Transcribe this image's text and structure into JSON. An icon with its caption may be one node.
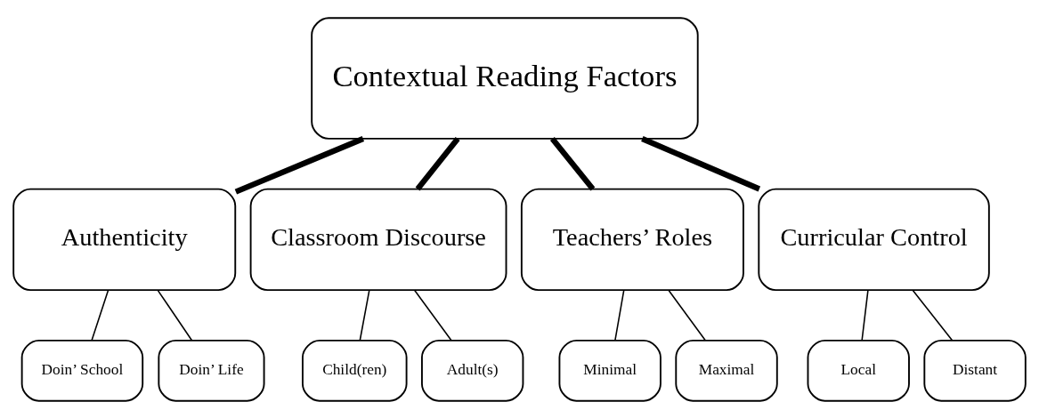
{
  "diagram": {
    "nodes": [
      {
        "text": [
          "Contextual Reading Factors"
        ]
      },
      {
        "text": [
          "Authenticity"
        ]
      },
      {
        "text": [
          "Classroom Discourse"
        ]
      },
      {
        "text": [
          "Teachers’ Roles"
        ]
      },
      {
        "text": [
          "Curricular Control"
        ]
      },
      {
        "text": [
          "Doin’ School"
        ]
      },
      {
        "text": [
          "Doin’ Life"
        ]
      },
      {
        "text": [
          "Child(ren)"
        ]
      },
      {
        "text": [
          "Adult(s)"
        ]
      },
      {
        "text": [
          "Minimal"
        ]
      },
      {
        "text": [
          "Maximal"
        ]
      },
      {
        "text": [
          "Local"
        ]
      },
      {
        "text": [
          "Distant"
        ]
      }
    ],
    "edges": [
      {
        "from": 0,
        "to": 1,
        "arrow": "none",
        "style": "thick"
      },
      {
        "from": 0,
        "to": 2,
        "arrow": "none",
        "style": "thick"
      },
      {
        "from": 0,
        "to": 3,
        "arrow": "none",
        "style": "thick"
      },
      {
        "from": 0,
        "to": 4,
        "arrow": "none",
        "style": "thick"
      },
      {
        "from": 1,
        "to": 5,
        "arrow": "none"
      },
      {
        "from": 1,
        "to": 6,
        "arrow": "none"
      },
      {
        "from": 2,
        "to": 7,
        "arrow": "none"
      },
      {
        "from": 2,
        "to": 8,
        "arrow": "none"
      },
      {
        "from": 3,
        "to": 9,
        "arrow": "none"
      },
      {
        "from": 3,
        "to": 10,
        "arrow": "none"
      },
      {
        "from": 4,
        "to": 11,
        "arrow": "none"
      },
      {
        "from": 4,
        "to": 12,
        "arrow": "none"
      }
    ]
  }
}
